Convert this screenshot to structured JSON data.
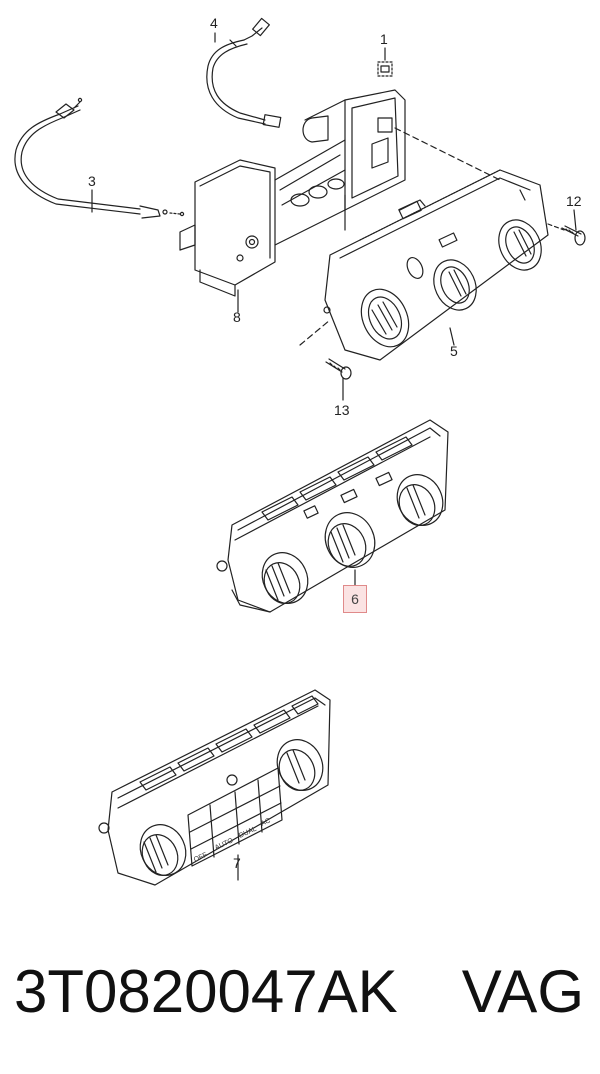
{
  "callouts": {
    "c1": "1",
    "c3": "3",
    "c4": "4",
    "c5": "5",
    "c6": "6",
    "c7": "7",
    "c8": "8",
    "c12": "12",
    "c13": "13"
  },
  "panel7_buttons": {
    "off": "OFF",
    "auto": "AUTO",
    "dual": "DUAL",
    "ac": "AC"
  },
  "footer": {
    "part_number": "3T0820047AK",
    "brand": "VAG"
  },
  "colors": {
    "line": "#222222",
    "highlight_fill": "#fbe3e3",
    "highlight_border": "#e08a8a"
  }
}
